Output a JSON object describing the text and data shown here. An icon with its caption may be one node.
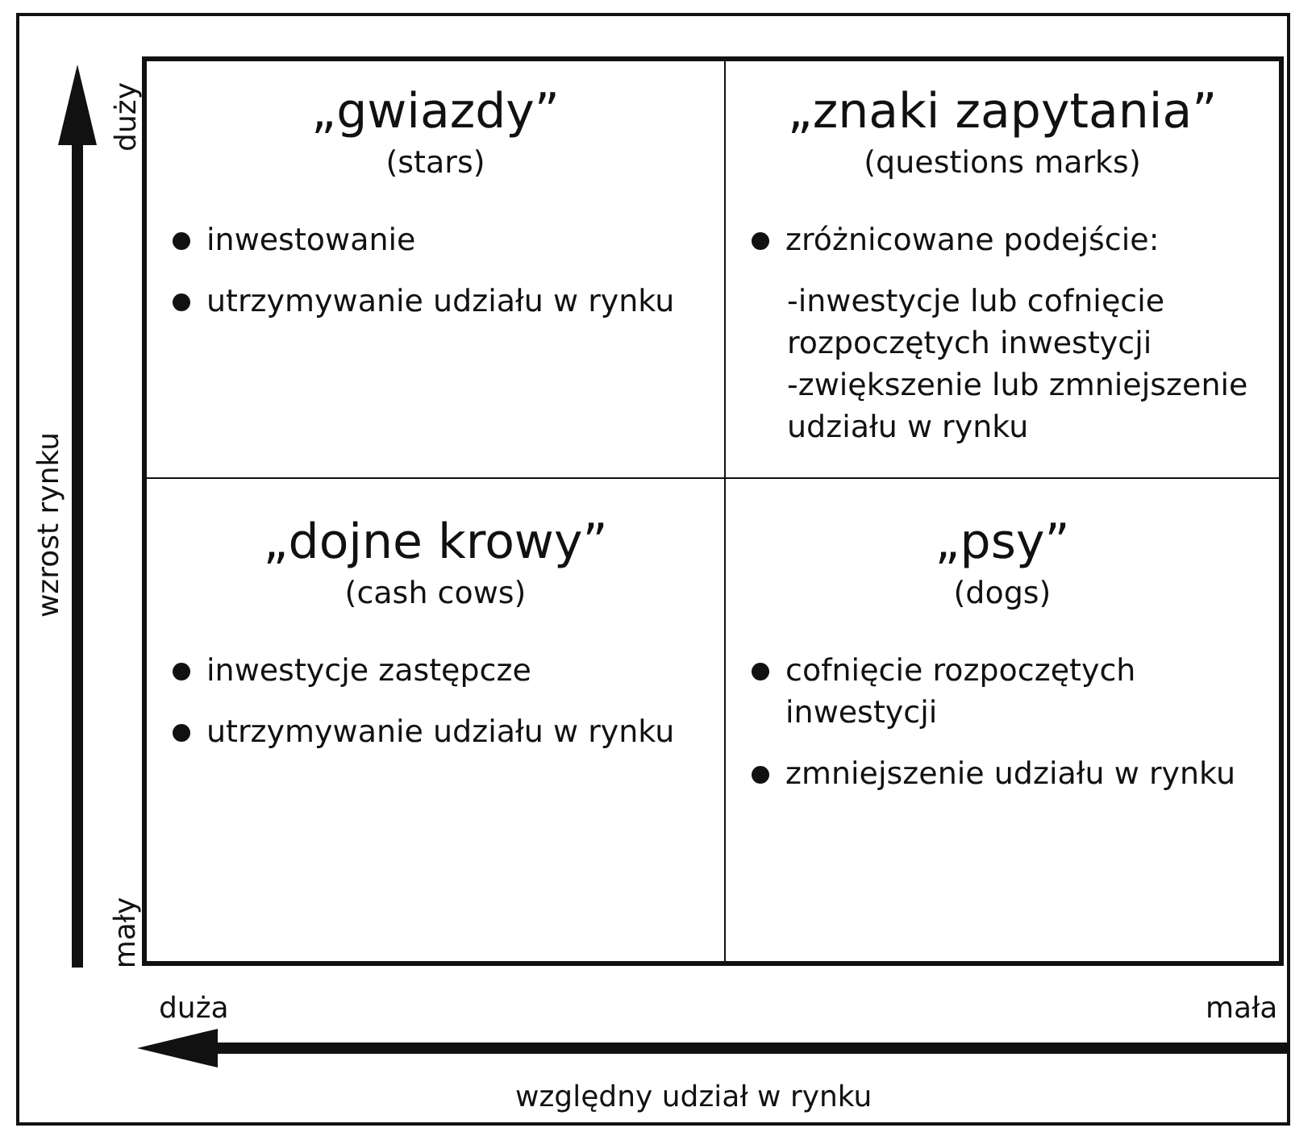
{
  "diagram": {
    "nodes": [
      {
        "text": [
          "„gwiazdy”",
          "(stars)",
          "inwestowanie",
          "utrzymywanie udziału w rynku"
        ]
      },
      {
        "text": [
          "„znaki zapytania”",
          "(questions marks)",
          "zróżnicowane podejście:",
          "-inwestycje lub cofnięcie rozpoczętych inwestycji",
          "-zwiększenie lub zmniejszenie udziału w rynku"
        ]
      },
      {
        "text": [
          "„dojne krowy”",
          "(cash cows)",
          "inwestycje zastępcze",
          "utrzymywanie udziału w rynku"
        ]
      },
      {
        "text": [
          "„psy”",
          "(dogs)",
          "cofnięcie rozpoczętych inwestycji",
          "zmniejszenie udziału w rynku"
        ]
      }
    ],
    "labels": [
      "duży",
      "wzrost rynku",
      "mały",
      "duża",
      "mała",
      "względny udział w rynku"
    ]
  }
}
